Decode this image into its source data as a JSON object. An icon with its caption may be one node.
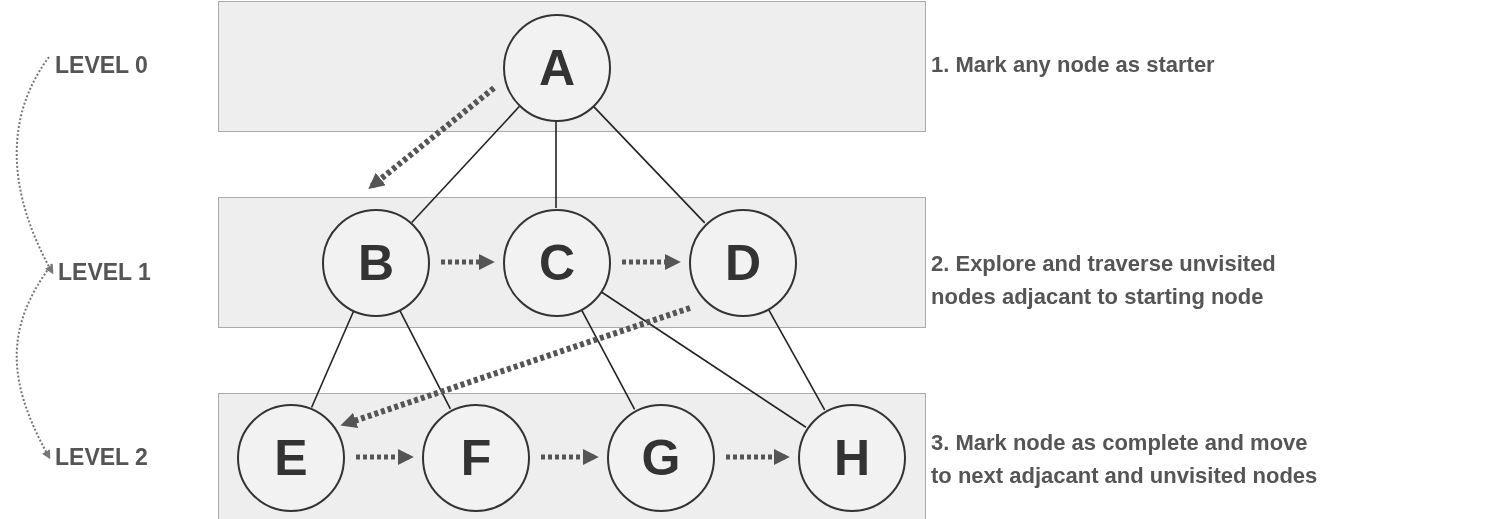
{
  "diagram": {
    "nodes": [
      {
        "text": [
          "LEVEL 0"
        ]
      },
      {
        "text": [],
        "shape": "band"
      },
      {
        "text": [
          "A"
        ],
        "in": 1
      },
      {
        "text": [
          "LEVEL 1"
        ]
      },
      {
        "text": [],
        "shape": "band"
      },
      {
        "text": [
          "B"
        ],
        "in": 4
      },
      {
        "text": [
          "C"
        ],
        "in": 4
      },
      {
        "text": [
          "D"
        ],
        "in": 4
      },
      {
        "text": [
          "LEVEL 2"
        ]
      },
      {
        "text": [],
        "shape": "band"
      },
      {
        "text": [
          "E"
        ],
        "in": 9
      },
      {
        "text": [
          "F"
        ],
        "in": 9
      },
      {
        "text": [
          "G"
        ],
        "in": 9
      },
      {
        "text": [
          "H"
        ],
        "in": 9
      }
    ],
    "edges": [
      {
        "from": 2,
        "to": 5,
        "arrow": "none"
      },
      {
        "from": 2,
        "to": 6,
        "arrow": "none"
      },
      {
        "from": 2,
        "to": 7,
        "arrow": "none"
      },
      {
        "from": 5,
        "to": 10,
        "arrow": "none"
      },
      {
        "from": 5,
        "to": 11,
        "arrow": "none"
      },
      {
        "from": 6,
        "to": 12,
        "arrow": "none"
      },
      {
        "from": 6,
        "to": 13,
        "arrow": "none"
      },
      {
        "from": 7,
        "to": 13,
        "arrow": "none"
      },
      {
        "from": 2,
        "to": 5,
        "arrow": "to",
        "style": "dashed",
        "color": "#555555"
      },
      {
        "from": 5,
        "to": 6,
        "arrow": "to",
        "style": "dashed",
        "color": "#555555"
      },
      {
        "from": 6,
        "to": 7,
        "arrow": "to",
        "style": "dashed",
        "color": "#555555"
      },
      {
        "from": 7,
        "to": 10,
        "arrow": "to",
        "style": "dashed",
        "color": "#555555"
      },
      {
        "from": 10,
        "to": 11,
        "arrow": "to",
        "style": "dashed",
        "color": "#555555"
      },
      {
        "from": 11,
        "to": 12,
        "arrow": "to",
        "style": "dashed",
        "color": "#555555"
      },
      {
        "from": 12,
        "to": 13,
        "arrow": "to",
        "style": "dashed",
        "color": "#555555"
      },
      {
        "from": 0,
        "to": 3,
        "arrow": "to",
        "style": "dashed",
        "color": "#777777"
      },
      {
        "from": 3,
        "to": 8,
        "arrow": "to",
        "style": "dashed",
        "color": "#777777"
      }
    ],
    "labels": [
      "1. Mark any node as starter",
      "2. Explore and traverse unvisited nodes adjacant to starting node",
      "3. Mark node as complete and move to next adjacant and unvisited nodes"
    ]
  }
}
